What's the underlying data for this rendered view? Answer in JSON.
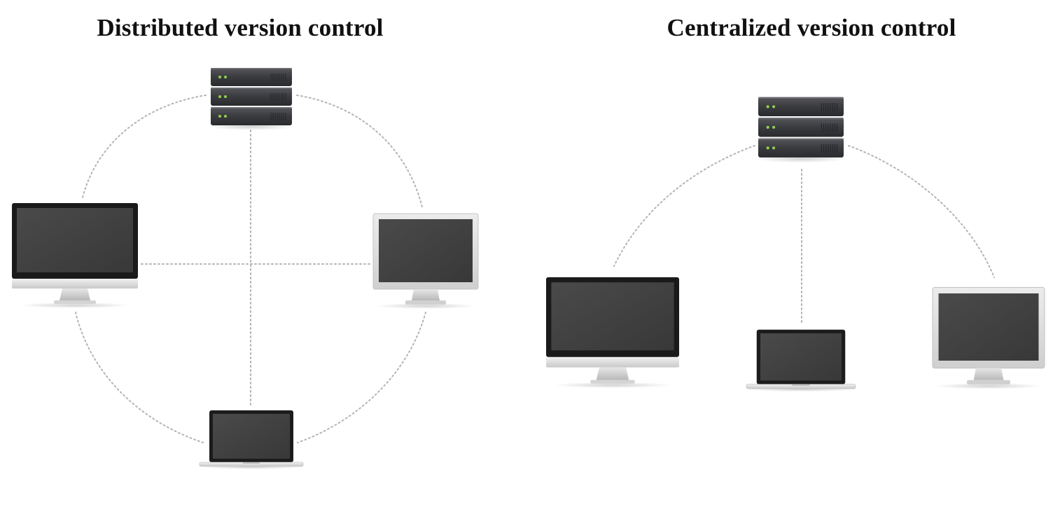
{
  "diagrams": {
    "distributed": {
      "title": "Distributed version control",
      "nodes": [
        "server",
        "desktop-black",
        "desktop-silver",
        "laptop"
      ]
    },
    "centralized": {
      "title": "Centralized version control",
      "nodes": [
        "server",
        "desktop-black",
        "laptop",
        "desktop-silver"
      ]
    }
  },
  "colors": {
    "connector": "#b4b4b4",
    "server_body": "#3a3b3f",
    "server_led": "#8fd14f",
    "screen": "#3e3e3e",
    "silver_bezel": "#dcdcdc",
    "black_bezel": "#1a1a1a"
  }
}
